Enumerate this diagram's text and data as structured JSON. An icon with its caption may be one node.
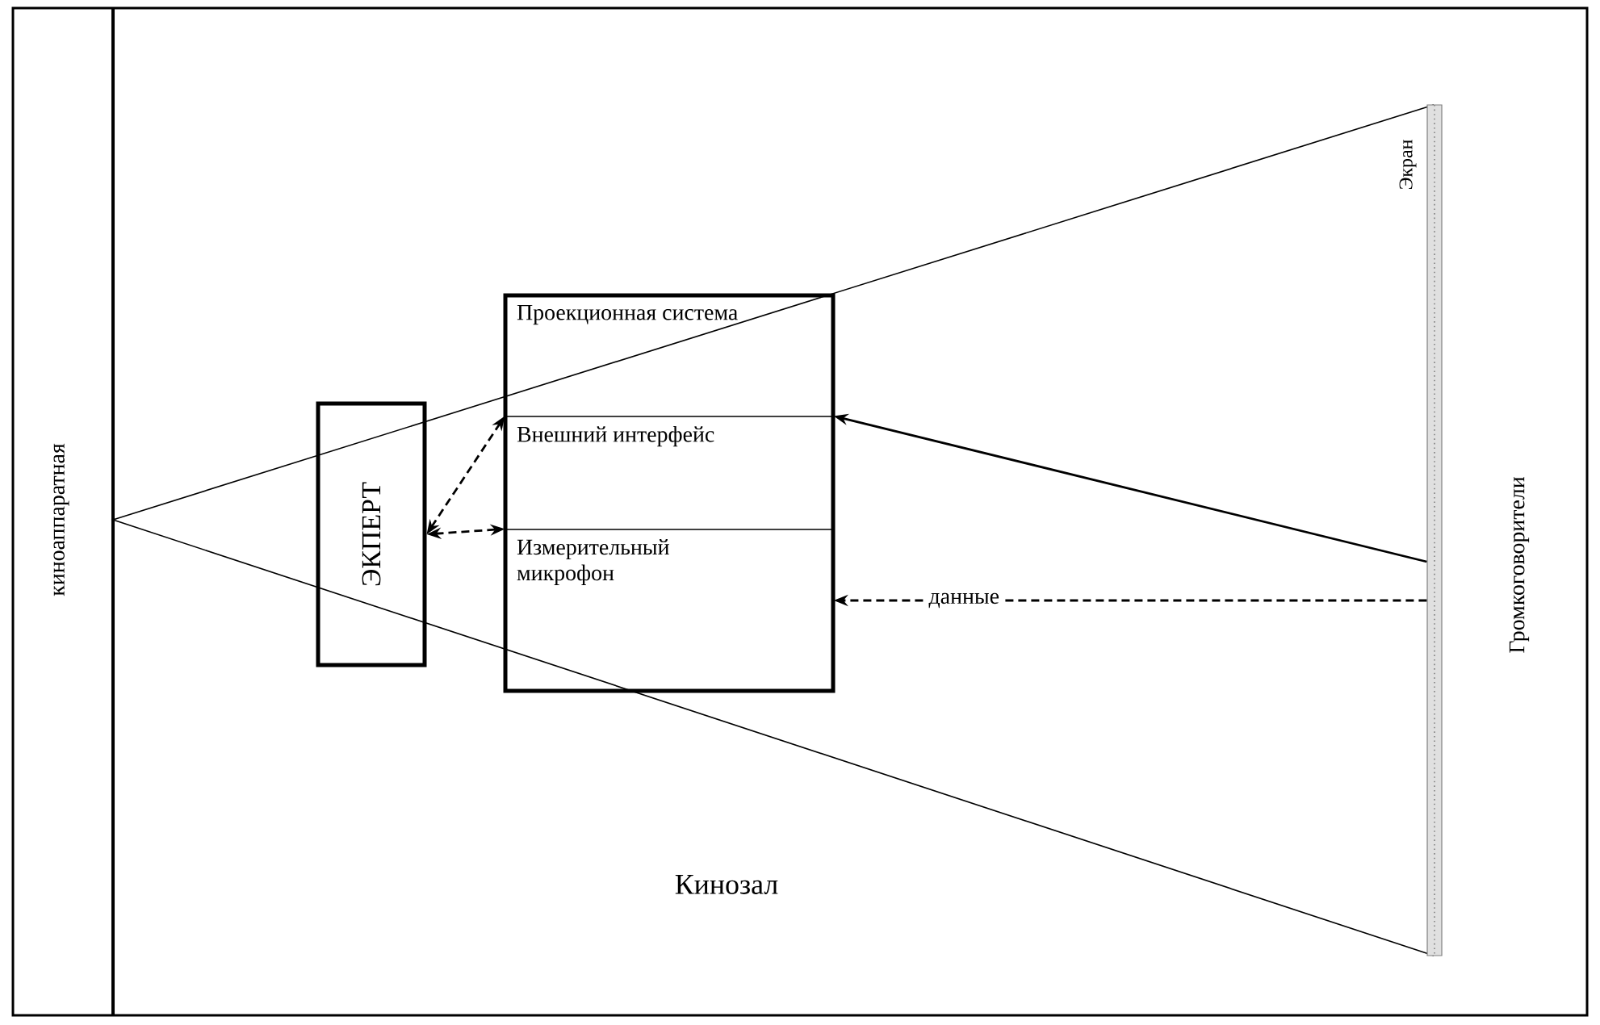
{
  "diagram": {
    "nodes": [
      {
        "text": [],
        "shape": "box"
      },
      {
        "text": [
          "Проекционная система"
        ],
        "in": 0
      },
      {
        "text": [
          "Внешний интерфейс"
        ],
        "in": 0
      },
      {
        "text": [
          "Измерительный микрофон"
        ],
        "in": 0
      },
      {
        "text": [
          "ЭКПЕРТ"
        ]
      },
      {
        "text": [],
        "shape": "bar",
        "beside": [
          "Экран",
          "Громкоговорители"
        ]
      }
    ],
    "edges": [
      {
        "from": 4,
        "to": 2,
        "arrow": "both",
        "style": "dashed"
      },
      {
        "from": 4,
        "to": 3,
        "arrow": "both",
        "style": "dashed"
      },
      {
        "from": 5,
        "to": 2,
        "arrow": "to"
      },
      {
        "from": 5,
        "to": 3,
        "arrow": "to",
        "style": "dashed",
        "label": "данные"
      }
    ],
    "labels": [
      "киноаппаратная",
      "Кинозал"
    ]
  }
}
